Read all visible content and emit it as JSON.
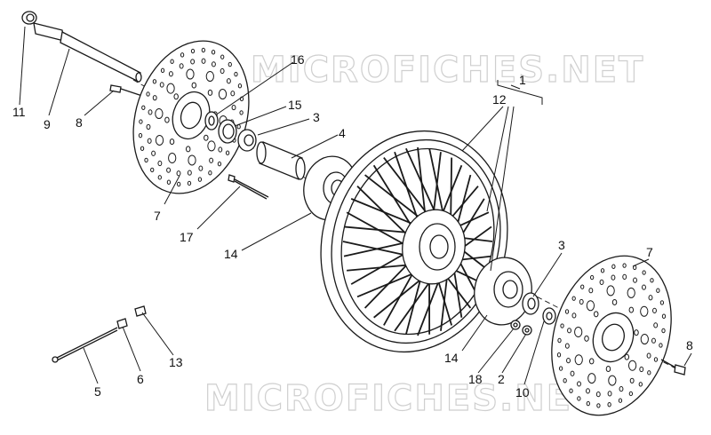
{
  "watermark": {
    "text": "MICROFICHES.NET"
  },
  "callouts": {
    "c1": "1",
    "c2": "2",
    "c3a": "3",
    "c3b": "3",
    "c4": "4",
    "c5": "5",
    "c6": "6",
    "c7a": "7",
    "c7b": "7",
    "c8a": "8",
    "c8b": "8",
    "c9": "9",
    "c10": "10",
    "c11": "11",
    "c12": "12",
    "c13": "13",
    "c14a": "14",
    "c14b": "14",
    "c15": "15",
    "c16": "16",
    "c17": "17",
    "c18": "18"
  },
  "colors": {
    "line": "#1a1a1a",
    "watermark": "#cfcfcf",
    "background": "#ffffff"
  }
}
